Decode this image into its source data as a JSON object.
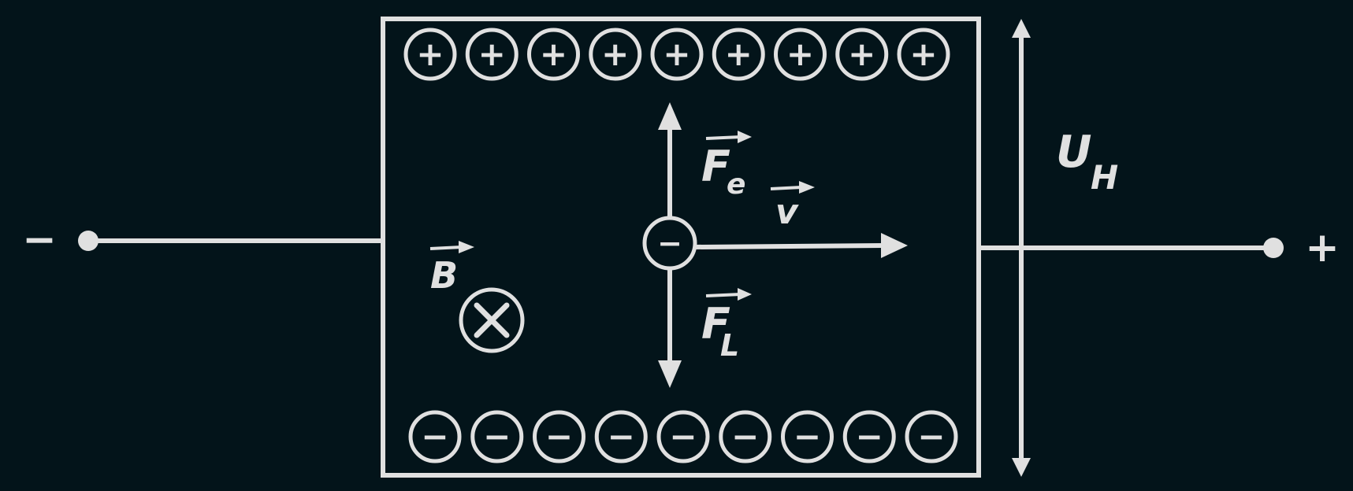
{
  "colors": {
    "background": "#03141a",
    "foreground": "#e0e0e0"
  },
  "terminals": {
    "left_sign": "−",
    "right_sign": "+"
  },
  "charges": {
    "top_symbol": "+",
    "top_count": 9,
    "bottom_symbol": "−",
    "bottom_count": 9,
    "particle_symbol": "−"
  },
  "labels": {
    "electric_force": {
      "main": "F",
      "sub": "e"
    },
    "lorentz_force": {
      "main": "F",
      "sub": "L"
    },
    "velocity": {
      "main": "v"
    },
    "magnetic_field": {
      "main": "B"
    },
    "hall_voltage": {
      "main": "U",
      "sub": "H"
    }
  },
  "icons": {
    "field_into_page": "circle-cross-icon",
    "vector_arrow": "vector-arrow-icon"
  }
}
